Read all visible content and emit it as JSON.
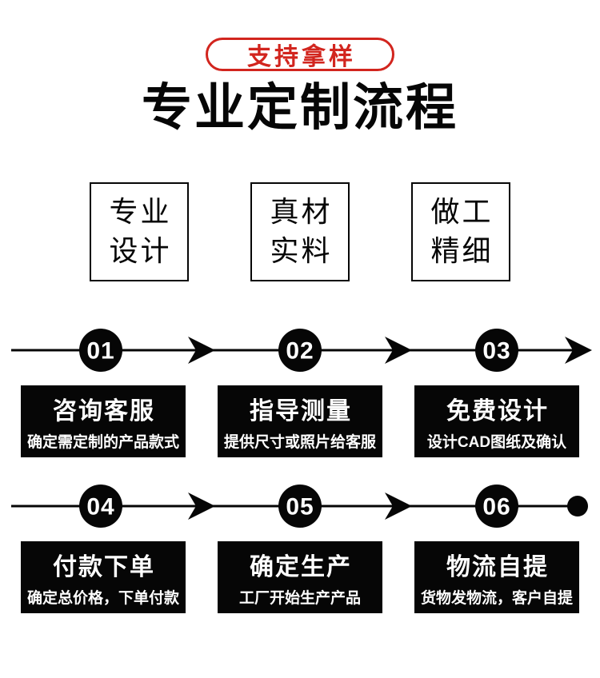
{
  "badge": {
    "label": "支持拿样"
  },
  "title": "专业定制流程",
  "features": [
    {
      "line1": "专业",
      "line2": "设计"
    },
    {
      "line1": "真材",
      "line2": "实料"
    },
    {
      "line1": "做工",
      "line2": "精细"
    }
  ],
  "steps": [
    {
      "num": "01",
      "title": "咨询客服",
      "desc": "确定需定制的产品款式"
    },
    {
      "num": "02",
      "title": "指导测量",
      "desc": "提供尺寸或照片给客服"
    },
    {
      "num": "03",
      "title": "免费设计",
      "desc": "设计CAD图纸及确认"
    },
    {
      "num": "04",
      "title": "付款下单",
      "desc": "确定总价格，下单付款"
    },
    {
      "num": "05",
      "title": "确定生产",
      "desc": "工厂开始生产产品"
    },
    {
      "num": "06",
      "title": "物流自提",
      "desc": "货物发物流，客户自提"
    }
  ],
  "colors": {
    "accent_red": "#d2251e",
    "ink": "#060606",
    "paper": "#ffffff"
  }
}
